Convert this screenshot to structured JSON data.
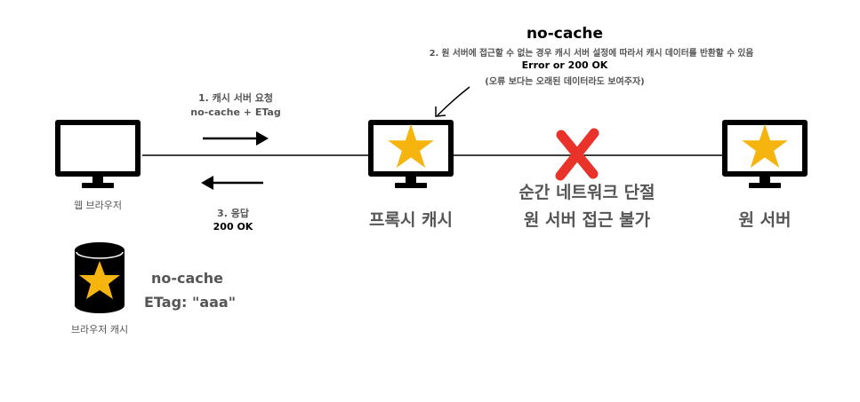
{
  "title": "no-cache",
  "top_note": {
    "line1": "2. 원 서버에 접근할 수 없는 경우 캐시 서버 설정에 따라서 캐시 데이터를 반환할 수 있음",
    "line2": "Error or 200 OK",
    "line3": "(오류 보다는 오래된 데이터라도 보여주자)"
  },
  "request": {
    "line1": "1. 캐시 서버 요청",
    "line2": "no-cache + ETag"
  },
  "response": {
    "line1": "3. 응답",
    "line2": "200 OK"
  },
  "nodes": {
    "browser": "웹 브라우저",
    "proxy": "프록시 캐시",
    "origin": "원 서버",
    "browser_cache": "브라우저 캐시"
  },
  "cache_info": {
    "directive": "no-cache",
    "etag": "ETag: \"aaa\""
  },
  "network_cut": {
    "line1": "순간 네트워크 단절",
    "line2": "원 서버 접근 불가"
  },
  "colors": {
    "star": "#F6B40E",
    "cross": "#E8322A",
    "line": "#000000"
  },
  "icons": {
    "monitor": "monitor-icon",
    "star": "star-icon",
    "database": "database-icon",
    "cross": "x-mark-icon"
  }
}
